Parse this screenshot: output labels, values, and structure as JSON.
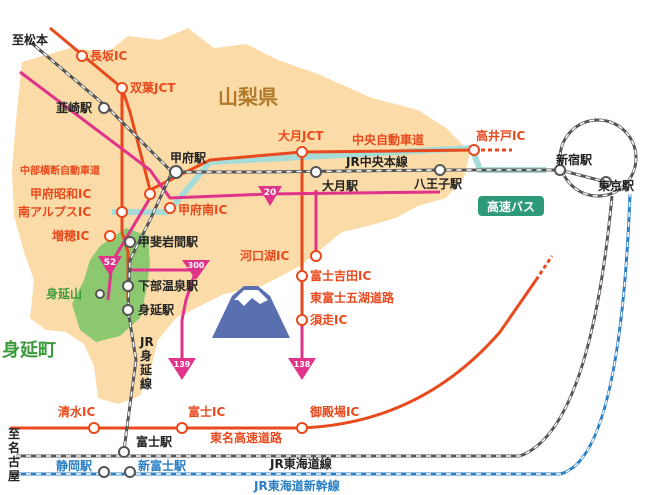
{
  "regions": {
    "yamanashi": "山梨県",
    "minobu_town": "身延町"
  },
  "directions": {
    "to_matsumoto": "至松本",
    "to_nagoya": "至名古屋"
  },
  "ics": {
    "nagasaka": "長坂IC",
    "futaba_jct": "双葉JCT",
    "otsuki_jct": "大月JCT",
    "takaido": "高井戸IC",
    "kofu_showa": "甲府昭和IC",
    "minami_alps": "南アルプスIC",
    "kofu_minami": "甲府南IC",
    "masuho": "増穂IC",
    "kawaguchiko": "河口湖IC",
    "fujiyoshida": "富士吉田IC",
    "subashiri": "須走IC",
    "shimizu": "清水IC",
    "fuji": "富士IC",
    "gotemba": "御殿場IC"
  },
  "stations": {
    "nirasaki": "韮崎駅",
    "kofu": "甲府駅",
    "otsuki": "大月駅",
    "hachioji": "八王子駅",
    "shinjuku": "新宿駅",
    "tokyo": "東京駅",
    "kai_iwama": "甲斐岩間駅",
    "shimobe_onsen": "下部温泉駅",
    "minobu": "身延駅",
    "minobusan": "身延山",
    "fuji": "富士駅",
    "shizuoka": "静岡駅",
    "shin_fuji": "新富士駅"
  },
  "roads": {
    "chuo_expressway": "中央自動車道",
    "chubu_odan": "中部横断自動車道",
    "higashi_fujigoko": "東富士五湖道路",
    "tomei": "東名高速道路"
  },
  "railways": {
    "jr_chuo": "JR中央本線",
    "jr_minobu": [
      "JR",
      "身",
      "延",
      "線"
    ],
    "jr_tokaido": "JR東海道線",
    "jr_shinkansen": "JR東海道新幹線"
  },
  "routes": {
    "r20": "20",
    "r52": "52",
    "r300": "300",
    "r139": "139",
    "r138": "138"
  },
  "highway_bus": "高速バス",
  "colors": {
    "land": "#fbdca8",
    "expressway": "#e8491d",
    "national_road": "#e0338a",
    "minobu_area": "#8cc870",
    "jr_line": "#555555",
    "shinkansen": "#2a7fc4",
    "bus_route": "#a6dcd8",
    "bus_badge": "#2e9a7a",
    "mountain": "#5a6fb0"
  }
}
